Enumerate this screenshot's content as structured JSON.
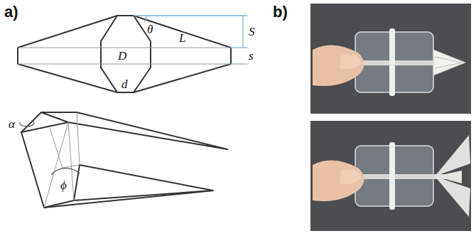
{
  "diagram": {
    "labels": [
      "a)",
      "b)",
      "S",
      "θ",
      "L",
      "s",
      "D",
      "d",
      "α",
      "ϕ"
    ]
  }
}
